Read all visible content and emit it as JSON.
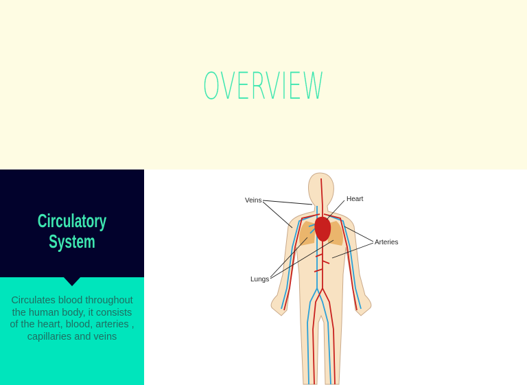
{
  "header": {
    "title": "OVERVIEW"
  },
  "sidebar": {
    "title": "Circulatory System",
    "description": "Circulates blood throughout the human body, it consists of the heart, blood, arteries , capillaries and veins"
  },
  "diagram": {
    "labels": {
      "veins": "Veins",
      "heart": "Heart",
      "arteries": "Arteries",
      "lungs": "Lungs"
    },
    "colors": {
      "skin": "#f8e2c2",
      "artery": "#c8201e",
      "vein": "#2aa0d8",
      "lung": "#eab56c"
    }
  }
}
